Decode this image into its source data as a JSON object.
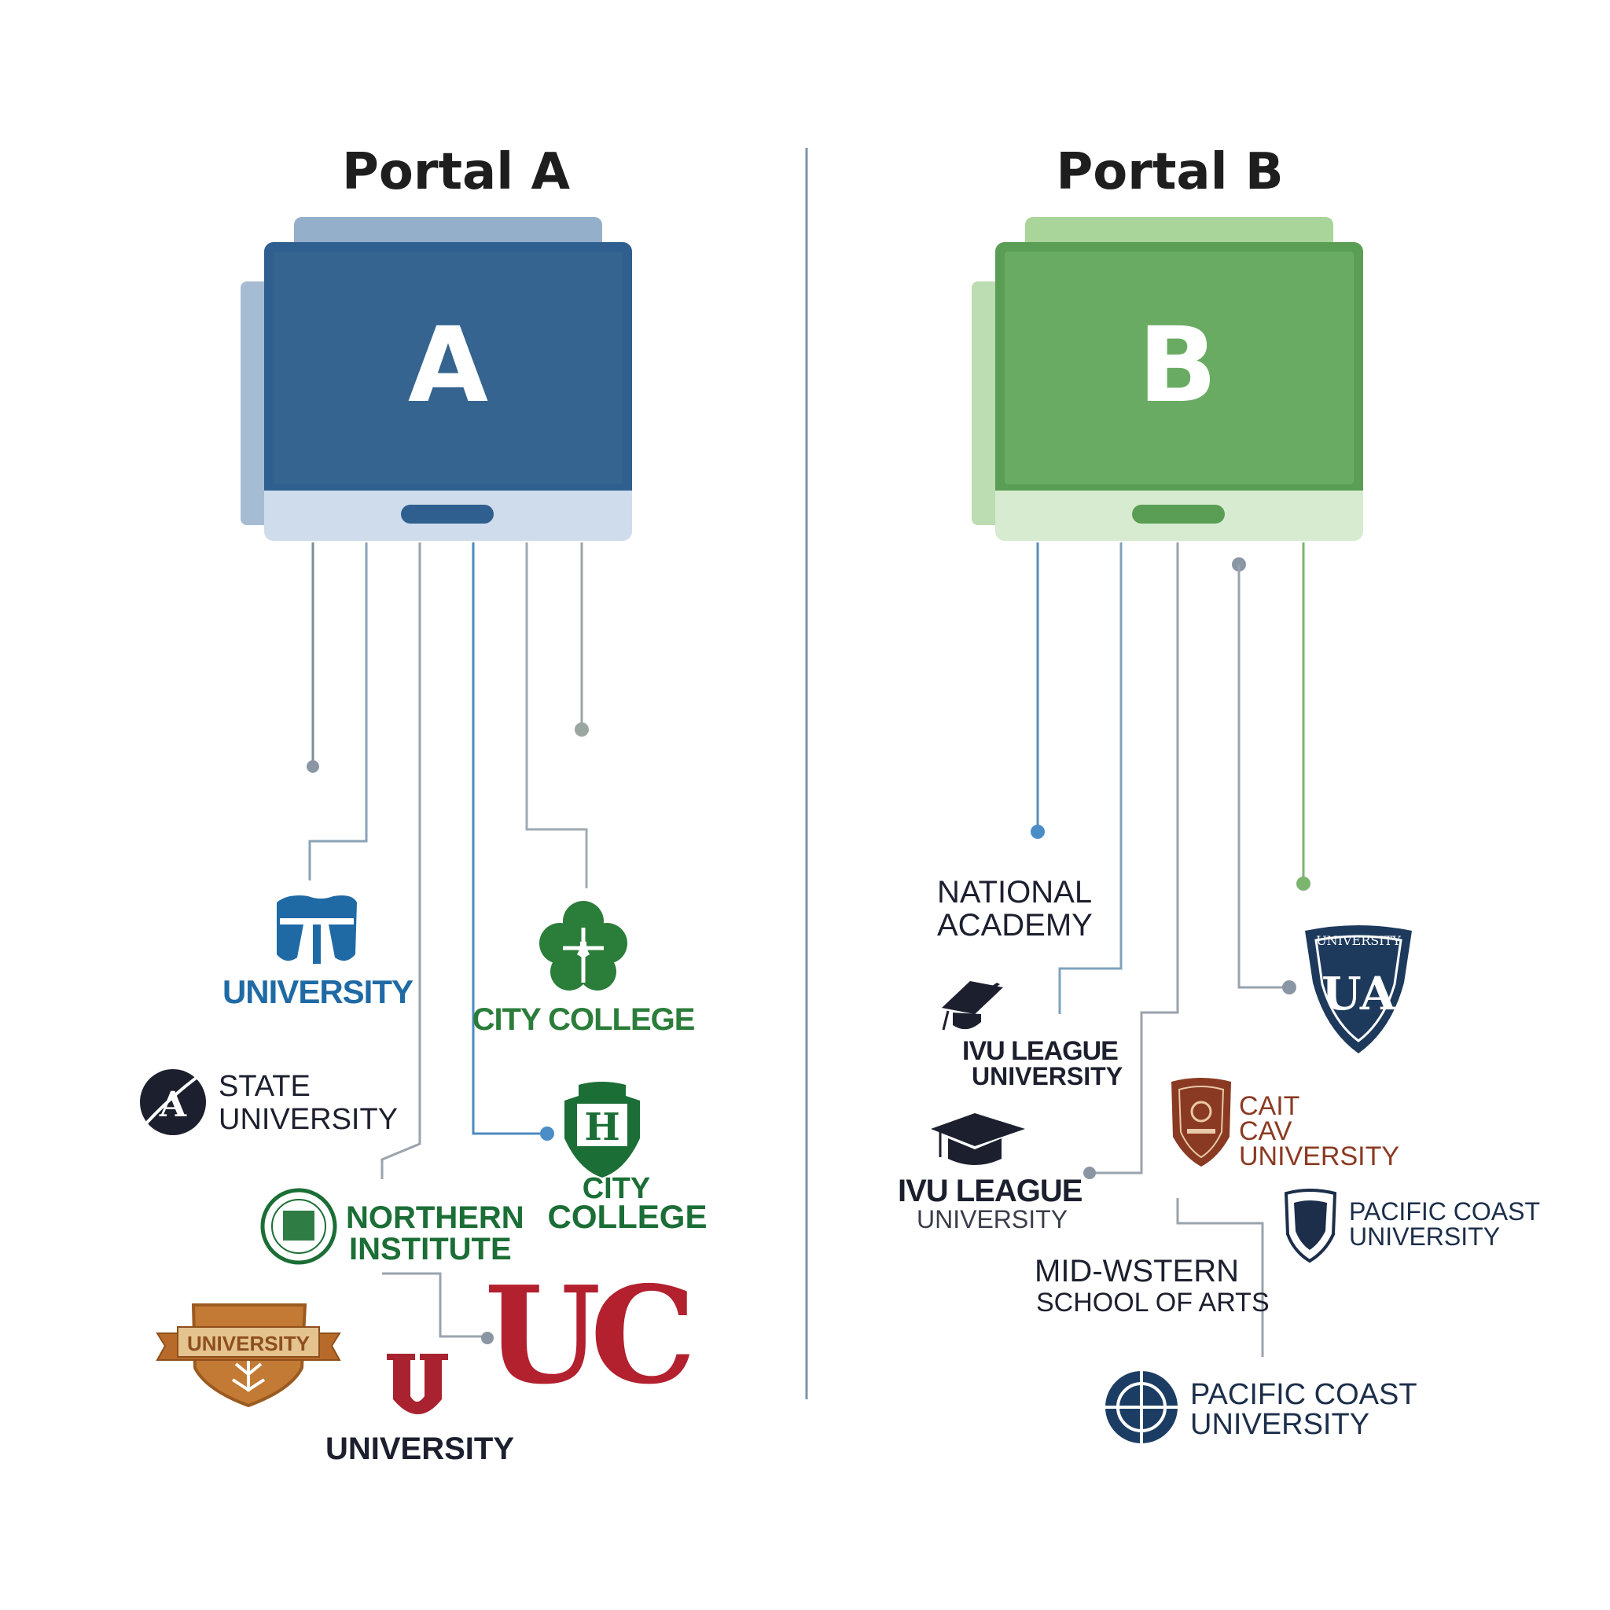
{
  "portal_a": {
    "title": "Portal A",
    "letter": "A",
    "institutions": {
      "university_blue": {
        "name": "UNIVERSITY",
        "color": "#1f6aa5"
      },
      "state_university": {
        "line1": "STATE",
        "line2": "UNIVERSITY",
        "color": "#1c1f2e"
      },
      "northern_institute": {
        "line1": "NORTHERN",
        "line2": "INSTITUTE",
        "color": "#1b6e35"
      },
      "university_shield": {
        "ribbon": "UNIVERSITY",
        "color": "#b86a2a"
      },
      "university_u": {
        "name": "UNIVERSITY",
        "color": "#a8232f"
      },
      "uc_logo": {
        "mark": "UC",
        "color": "#b3202e"
      },
      "city_college_clover": {
        "name": "CITY COLLEGE",
        "color": "#2b7d3a"
      },
      "city_college_crest": {
        "line1": "CITY",
        "line2": "COLLEGE",
        "color": "#1b6e35"
      }
    }
  },
  "portal_b": {
    "title": "Portal B",
    "letter": "B",
    "institutions": {
      "national_academy": {
        "line1": "NATIONAL",
        "line2": "ACADEMY",
        "color": "#1c1f2e"
      },
      "ivy_league_1": {
        "line1": "IVU LEAGUE",
        "line2": "UNIVERSITY",
        "color": "#1c1f2e"
      },
      "ivy_league_2": {
        "line1": "IVU LEAGUE",
        "line2": "UNIVERSITY",
        "color": "#1c1f2e"
      },
      "ua_shield": {
        "arc": "UNIVERSITY",
        "mark": "UA",
        "color": "#1d3a5c"
      },
      "cait_cav": {
        "line1": "CAIT",
        "line2": "CAV",
        "line3": "UNIVERSITY",
        "color": "#8a3a22"
      },
      "pacific_coast_1": {
        "line1": "PACIFIC COAST",
        "line2": "UNIVERSITY",
        "color": "#1c2e4a"
      },
      "mid_western": {
        "line1": "MID-WSTERN",
        "line2": "SCHOOL OF ARTS",
        "color": "#1c1f2e"
      },
      "pacific_coast_2": {
        "line1": "PACIFIC COAST",
        "line2": "UNIVERSITY",
        "color": "#1c2e4a"
      }
    }
  }
}
